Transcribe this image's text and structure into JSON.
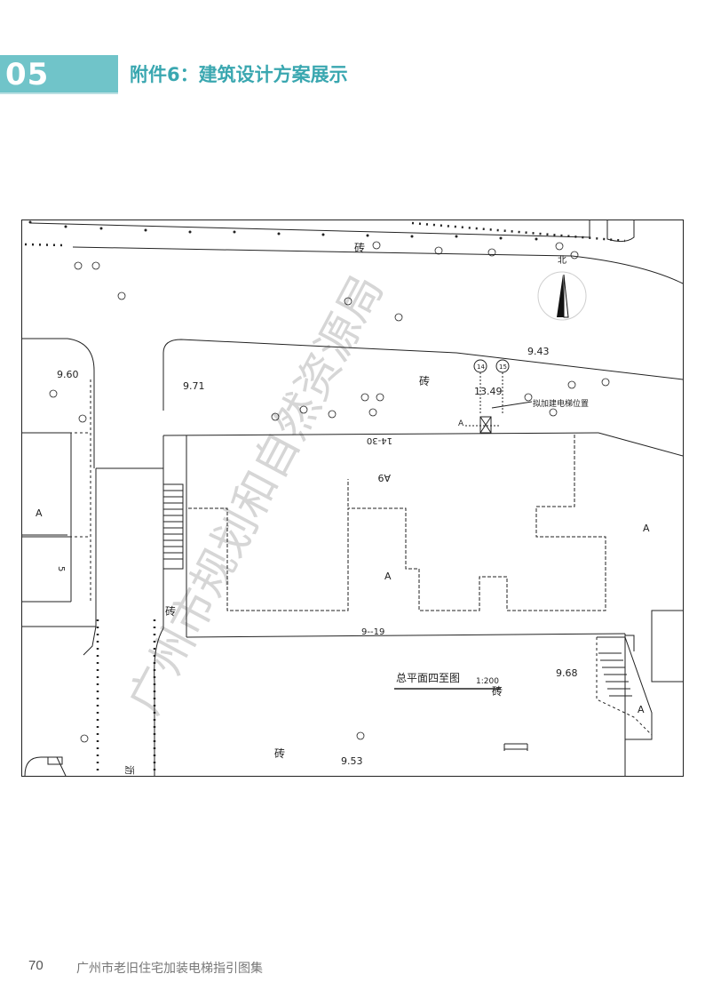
{
  "header": {
    "section_number": "05",
    "title": "附件6：建筑设计方案展示"
  },
  "drawing": {
    "labels": {
      "brick_top": "砖",
      "brick_mid": "砖",
      "brick_left": "砖",
      "brick_bottom": "砖",
      "brick_lower": "砖",
      "north": "北",
      "elev_943": "9.43",
      "elev_960": "9.60",
      "elev_971": "9.71",
      "elev_1349": "13.49",
      "elev_968": "9.68",
      "elev_953": "9.53",
      "elevator_position": "拟加建电梯位置",
      "grid_14": "14",
      "grid_15": "15",
      "block_14_30": "14-30",
      "block_9_19": "9--19",
      "block_a9": "A9",
      "area_a1": "A",
      "area_a2": "A",
      "area_a3": "A",
      "area_a4": "A",
      "area_a5": "A",
      "num_5": "5",
      "plan_title": "总平面四至图",
      "plan_scale": "1:200",
      "road_char": "沥"
    },
    "watermark": "广州市规划和自然资源局"
  },
  "footer": {
    "page_number": "70",
    "book_title": "广州市老旧住宅加装电梯指引图集"
  }
}
